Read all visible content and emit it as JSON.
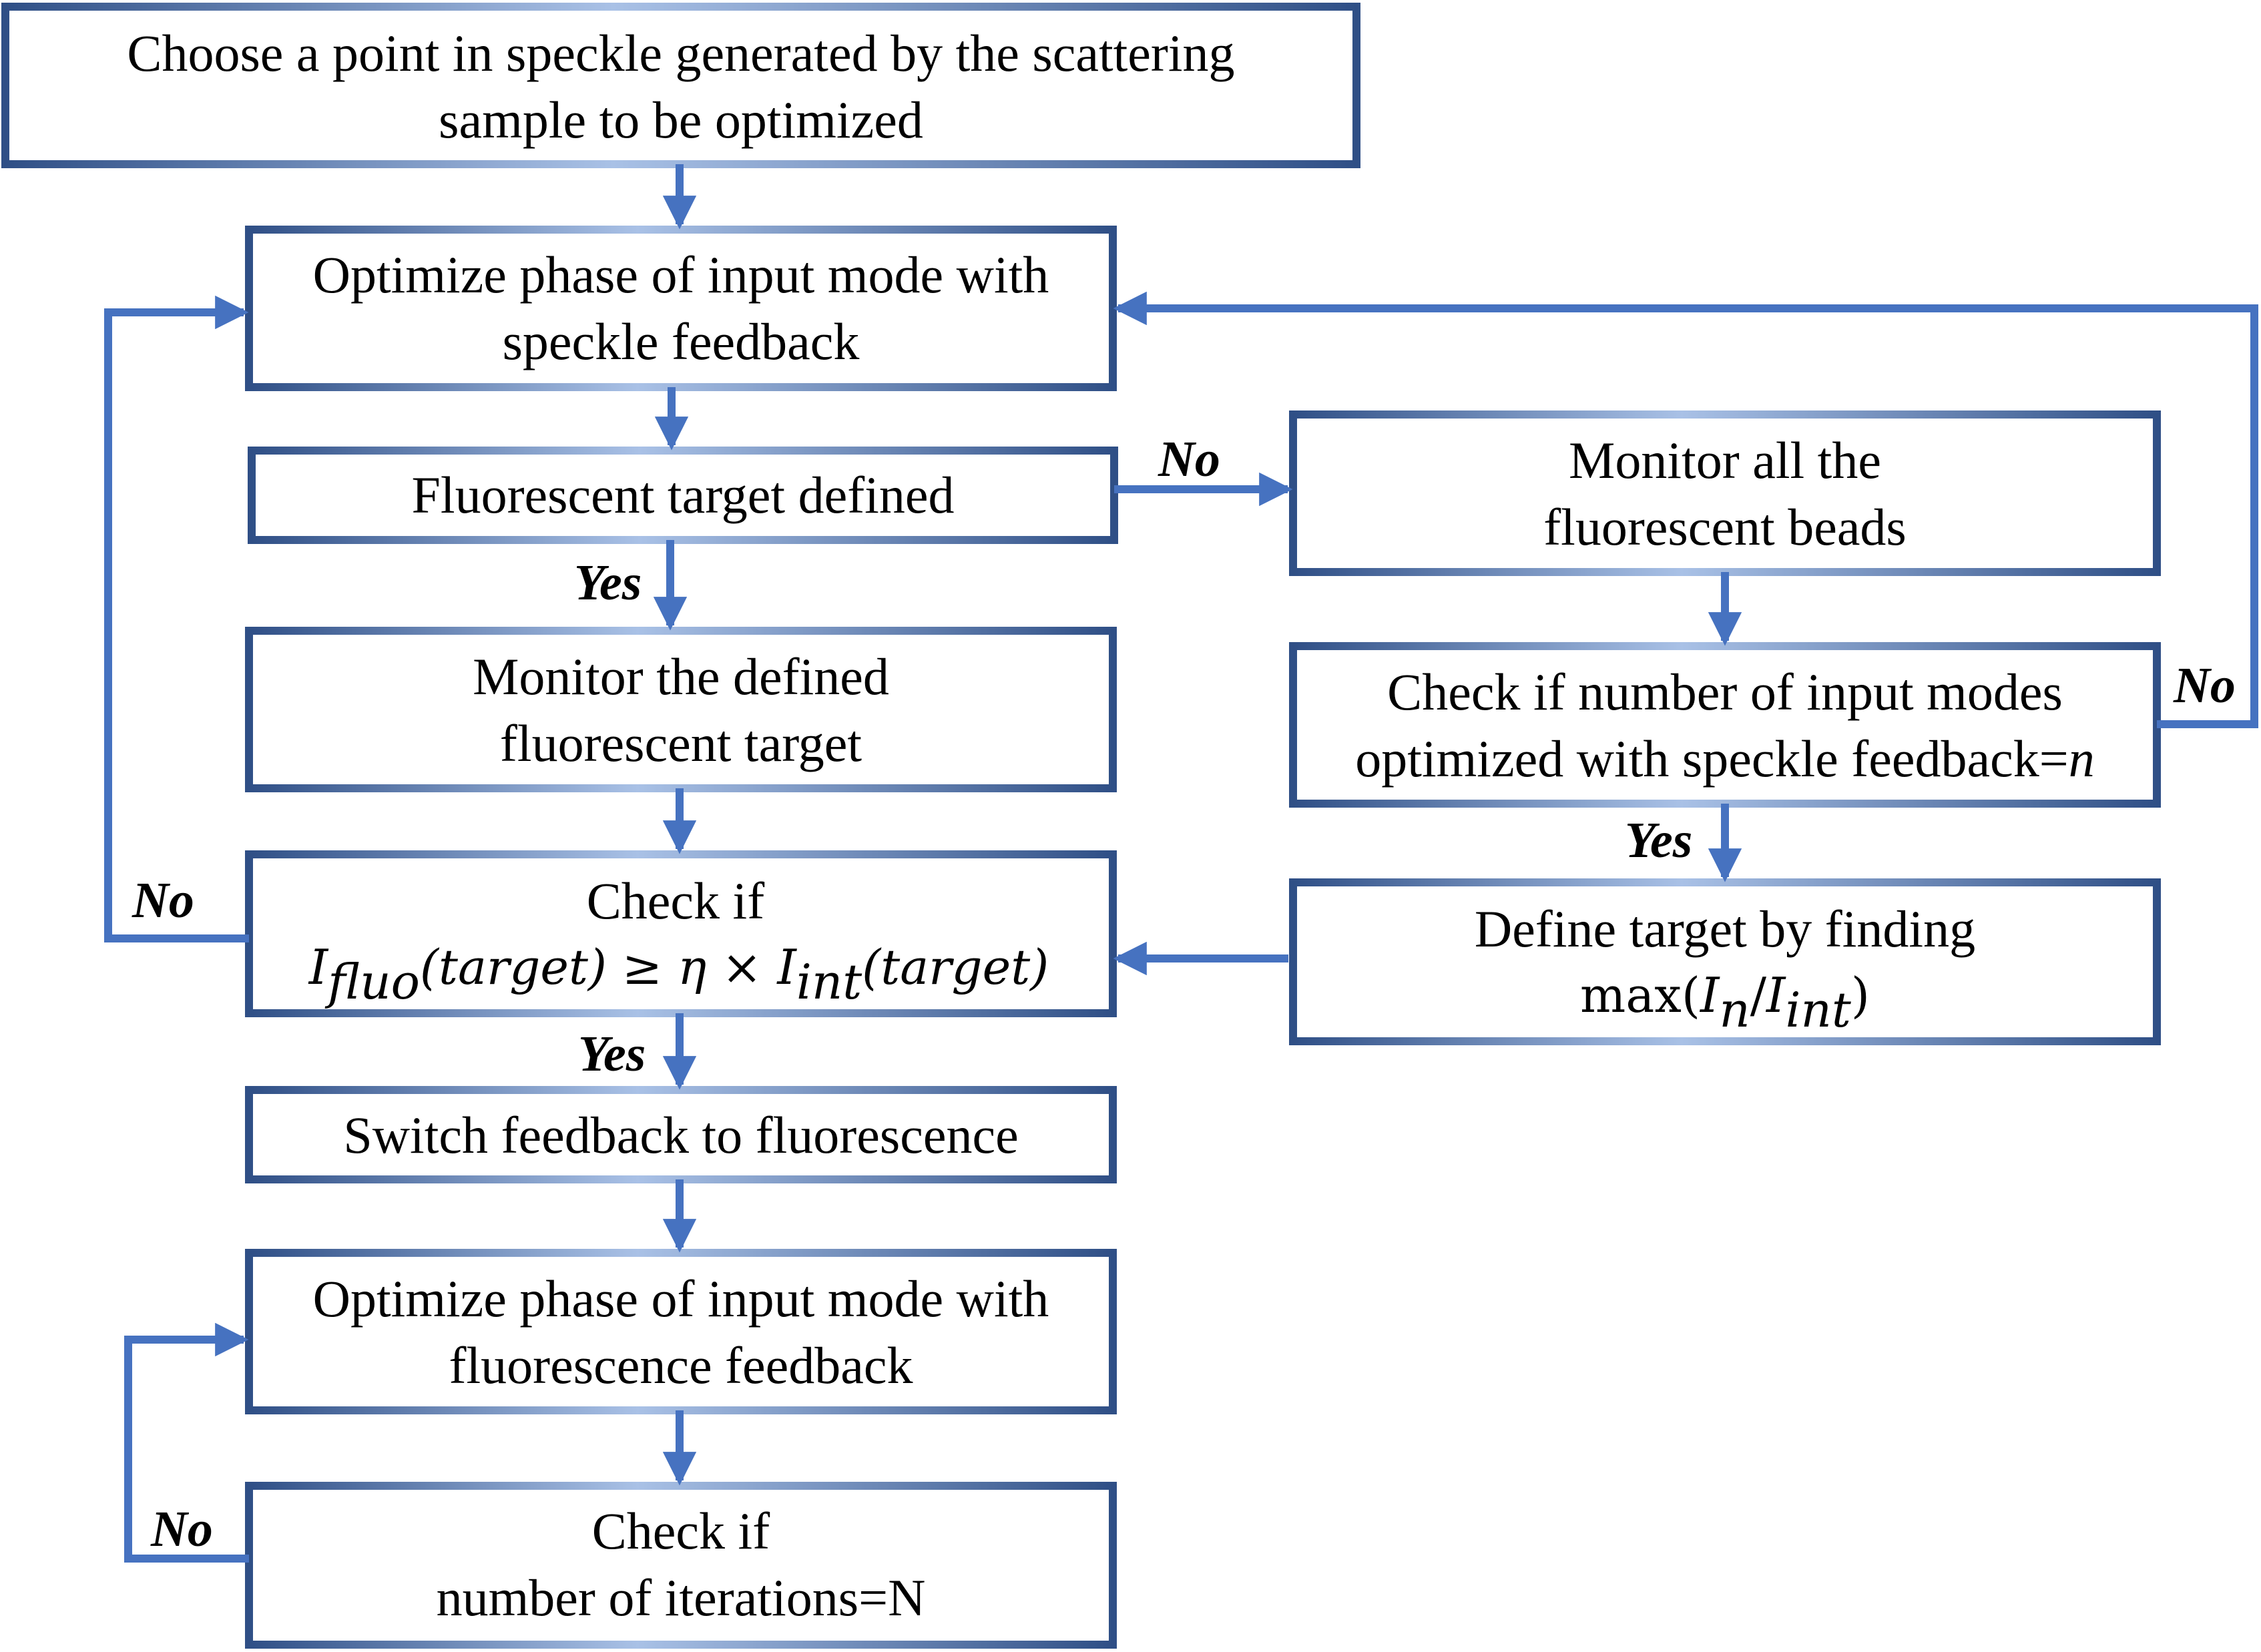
{
  "colors": {
    "box_dark": "#2f4f86",
    "box_light": "#a9c1e6",
    "arrow": "#4672c0",
    "text": "#000000"
  },
  "nodes": {
    "choose_point": {
      "line1": "Choose a point in speckle generated by the scattering",
      "line2": "sample to be optimized"
    },
    "optimize_speckle": {
      "line1": "Optimize phase of input mode with",
      "line2": "speckle feedback"
    },
    "target_defined": {
      "line1": "Fluorescent target defined"
    },
    "monitor_target": {
      "line1": "Monitor  the defined",
      "line2": "fluorescent target"
    },
    "check_threshold": {
      "line1": "Check if",
      "I": "I",
      "fluo": "fluo",
      "target_arg_1": "(target)",
      "geq": " ≥ ",
      "eta": "η",
      "times": " × ",
      "I2": "I",
      "int": "int",
      "target_arg_2": "(target)"
    },
    "switch_feedback": {
      "line1": "Switch feedback to fluorescence"
    },
    "optimize_fluo": {
      "line1": "Optimize phase of input mode with",
      "line2": "fluorescence feedback"
    },
    "check_iterations": {
      "line1": "Check if",
      "line2": "number of iterations=N"
    },
    "monitor_all": {
      "line1": "Monitor all the",
      "line2": "fluorescent beads"
    },
    "check_modes": {
      "line1": "Check if number of input modes",
      "line2_prefix": "optimized with speckle feedback=",
      "line2_var": "n"
    },
    "define_target": {
      "line1": "Define target by finding",
      "max": "max(",
      "I": "I",
      "n": "n",
      "slash": "/",
      "I2": "I",
      "int": "int",
      "close": ")"
    }
  },
  "labels": {
    "no_target": "No",
    "yes_target": "Yes",
    "no_left": "No",
    "yes_threshold": "Yes",
    "no_modes": "No",
    "yes_modes": "Yes",
    "no_iterations": "No"
  }
}
